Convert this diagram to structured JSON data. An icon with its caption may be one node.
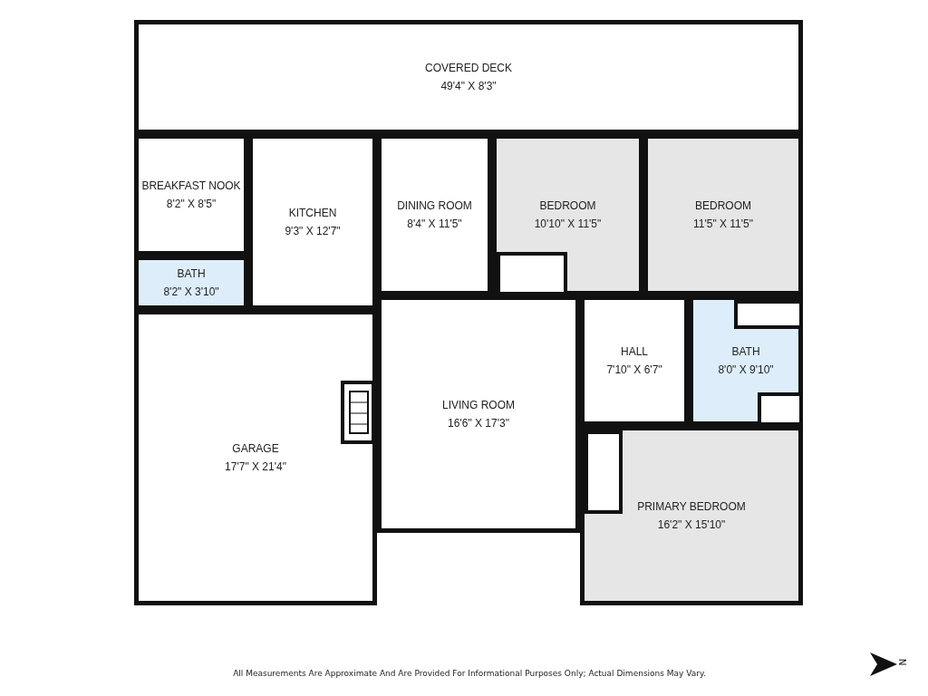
{
  "diagram": {
    "caption": "All Measurements Are Approximate And Are Provided For Informational Purposes Only; Actual Dimensions May Vary.",
    "nodes": [
      {
        "text": [
          "COVERED DECK",
          "49'4\" X 8'3\""
        ]
      },
      {
        "text": [
          "BREAKFAST NOOK",
          "8'2\" X 8'5\""
        ]
      },
      {
        "text": [
          "KITCHEN",
          "9'3\" X 12'7\""
        ]
      },
      {
        "text": [
          "DINING ROOM",
          "8'4\" X 11'5\""
        ]
      },
      {
        "text": [
          "BEDROOM",
          "10'10\" X 11'5\""
        ]
      },
      {
        "text": [
          "BEDROOM",
          "11'5\" X 11'5\""
        ]
      },
      {
        "text": [
          "BATH",
          "8'2\" X 3'10\""
        ]
      },
      {
        "text": [
          "HALL",
          "7'10\" X 6'7\""
        ]
      },
      {
        "text": [
          "BATH",
          "8'0\" X 9'10\""
        ]
      },
      {
        "text": [
          "GARAGE",
          "17'7\" X 21'4\""
        ]
      },
      {
        "text": [
          "LIVING ROOM",
          "16'6\" X 17'3\""
        ]
      },
      {
        "text": [
          "PRIMARY BEDROOM",
          "16'2\" X 15'10\""
        ]
      },
      {
        "text": [],
        "shape": "box",
        "in": 4
      },
      {
        "text": [],
        "shape": "box",
        "in": 8
      },
      {
        "text": [],
        "shape": "box",
        "in": 8
      },
      {
        "text": [],
        "shape": "box",
        "in": 11
      }
    ],
    "labels": [
      "N"
    ]
  }
}
